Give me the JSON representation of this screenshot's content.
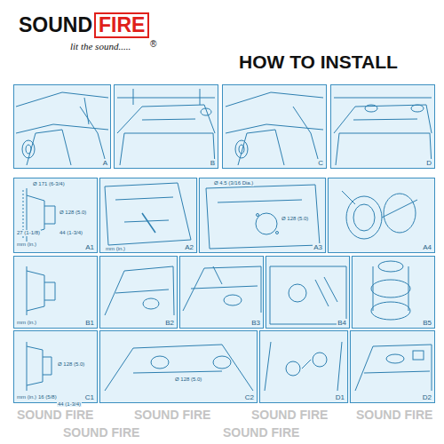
{
  "diagram": {
    "title": "HOW TO INSTALL",
    "nodes": [
      {
        "text": [
          "A"
        ]
      },
      {
        "text": [
          "B"
        ]
      },
      {
        "text": [
          "C"
        ]
      },
      {
        "text": [
          "D"
        ]
      },
      {
        "text": [
          "A1"
        ]
      },
      {
        "text": [
          "A2"
        ]
      },
      {
        "text": [
          "A3"
        ]
      },
      {
        "text": [
          "A4"
        ]
      },
      {
        "text": [
          "B1"
        ]
      },
      {
        "text": [
          "B2"
        ]
      },
      {
        "text": [
          "B3"
        ]
      },
      {
        "text": [
          "B4"
        ]
      },
      {
        "text": [
          "B5"
        ]
      },
      {
        "text": [
          "C1"
        ]
      },
      {
        "text": [
          "C2"
        ]
      },
      {
        "text": [
          "D1"
        ]
      },
      {
        "text": [
          "D2"
        ]
      }
    ],
    "labels": [
      "SOUND",
      "FIRE",
      "®",
      "lit the sound.....",
      "mm (in.)",
      "Ø 171 (6-3/4)",
      "Ø 128 (5.0)",
      "27 (1-1/8)",
      "44 (1-3/4)",
      "mm (in.)",
      "Ø 4.5 (3/16 Dia.)",
      "Ø 128 (5.0)",
      "mm (in.)",
      "mm (in.)",
      "16 (5/8)",
      "44 (1-3/4)",
      "Ø 128 (5.0)",
      "Ø 128 (5.0)",
      "SOUND FIRE",
      "SOUND FIRE",
      "SOUND FIRE",
      "SOUND FIRE",
      "SOUND FIRE",
      "SOUND FIRE"
    ]
  }
}
